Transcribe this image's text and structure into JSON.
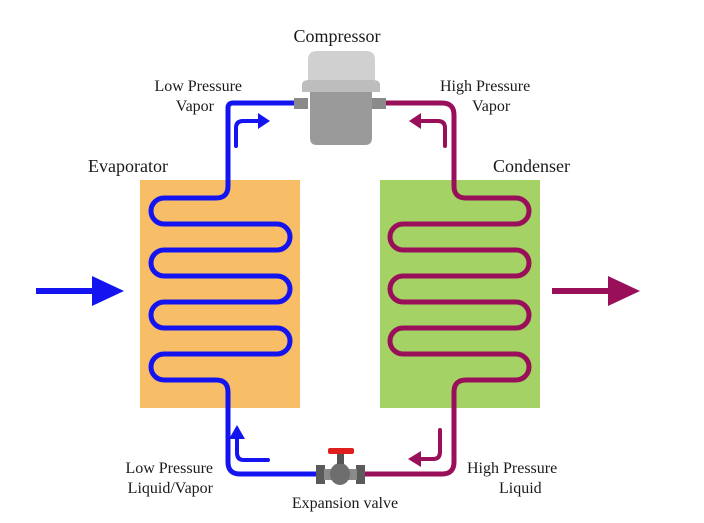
{
  "labels": {
    "compressor": "Compressor",
    "evaporator": "Evaporator",
    "condenser": "Condenser",
    "expansion_valve": "Expansion valve",
    "low_pressure_vapor": [
      "Low Pressure",
      "Vapor"
    ],
    "high_pressure_vapor": [
      "High Pressure",
      "Vapor"
    ],
    "low_pressure_liquid_vapor": [
      "Low Pressure",
      "Liquid/Vapor"
    ],
    "high_pressure_liquid": [
      "High Pressure",
      "Liquid"
    ]
  },
  "colors": {
    "cold_line": "#1414f0",
    "hot_line": "#990f5a",
    "evaporator_fill": "#f8be67",
    "condenser_fill": "#a4d264",
    "evaporator_text": "#d21e32",
    "condenser_text": "#3caa3c",
    "compressor_top": "#d0d0d0",
    "compressor_body": "#9a9a9a",
    "valve_body": "#6e6e6e",
    "valve_handle": "#e01e1e"
  },
  "icons": {
    "inflow_arrow": "arrow-right-icon",
    "outflow_arrow": "arrow-right-icon",
    "compressor": "compressor-icon",
    "valve": "expansion-valve-icon"
  }
}
